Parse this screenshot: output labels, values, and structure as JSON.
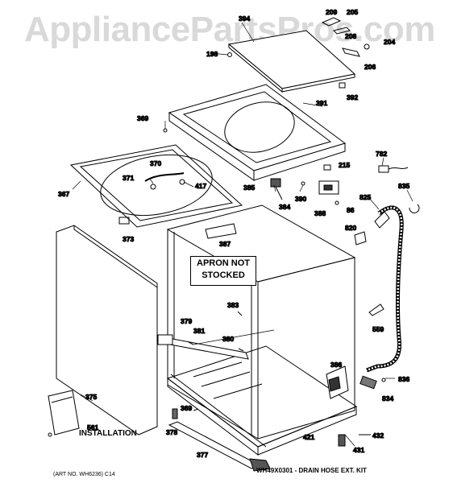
{
  "watermark": "AppliancePartsPros.com",
  "apron_note": {
    "line1": "APRON NOT",
    "line2": "STOCKED"
  },
  "installation_label": "INSTALLATION",
  "art_number": "(ART NO. WH6236) C14",
  "kit_note": "WH49X0301 - DRAIN HOSE EXT. KIT",
  "callouts": {
    "c394": "394",
    "c209": "209",
    "c205": "205",
    "c208": "208",
    "c204": "204",
    "c198": "198",
    "c206": "206",
    "c392": "392",
    "c391": "391",
    "c369a": "369",
    "c782": "782",
    "c215": "215",
    "c370": "370",
    "c371": "371",
    "c417": "417",
    "c367": "367",
    "c385": "385",
    "c390": "390",
    "c825": "825",
    "c835": "835",
    "c384": "384",
    "c388": "388",
    "c86": "86",
    "c373": "373",
    "c387": "387",
    "c820": "820",
    "c383": "383",
    "c379": "379",
    "c381": "381",
    "c380": "380",
    "c559": "559",
    "c386": "386",
    "c836": "836",
    "c834": "834",
    "c375": "375",
    "c561": "561",
    "c369b": "369",
    "c378": "378",
    "c432": "432",
    "c421": "421",
    "c431": "431",
    "c377": "377"
  }
}
